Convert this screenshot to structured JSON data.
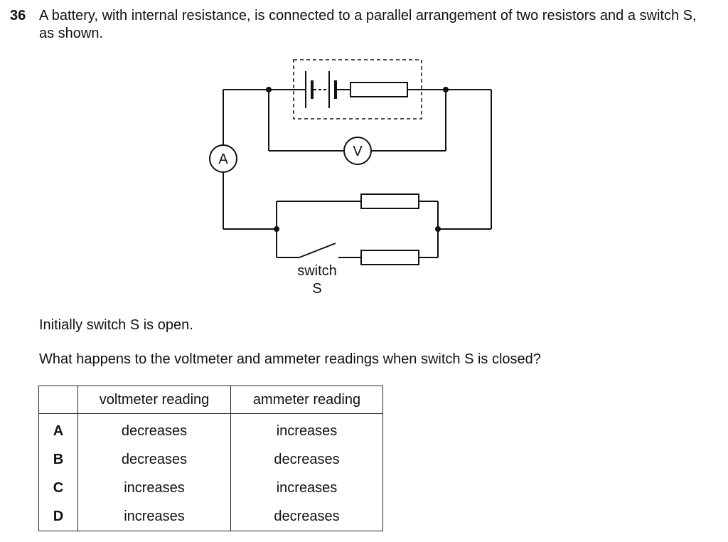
{
  "question": {
    "number": "36",
    "stem": "A battery, with internal resistance, is connected to a parallel arrangement of two resistors and a switch S, as shown."
  },
  "diagram": {
    "ammeter_label": "A",
    "voltmeter_label": "V",
    "switch_label_line1": "switch",
    "switch_label_line2": "S"
  },
  "body": {
    "initial_state": "Initially switch S is open.",
    "prompt": "What happens to the voltmeter and ammeter readings when switch S is closed?"
  },
  "table": {
    "headers": [
      "",
      "voltmeter reading",
      "ammeter reading"
    ],
    "rows": [
      {
        "letter": "A",
        "voltmeter": "decreases",
        "ammeter": "increases"
      },
      {
        "letter": "B",
        "voltmeter": "decreases",
        "ammeter": "decreases"
      },
      {
        "letter": "C",
        "voltmeter": "increases",
        "ammeter": "increases"
      },
      {
        "letter": "D",
        "voltmeter": "increases",
        "ammeter": "decreases"
      }
    ]
  }
}
